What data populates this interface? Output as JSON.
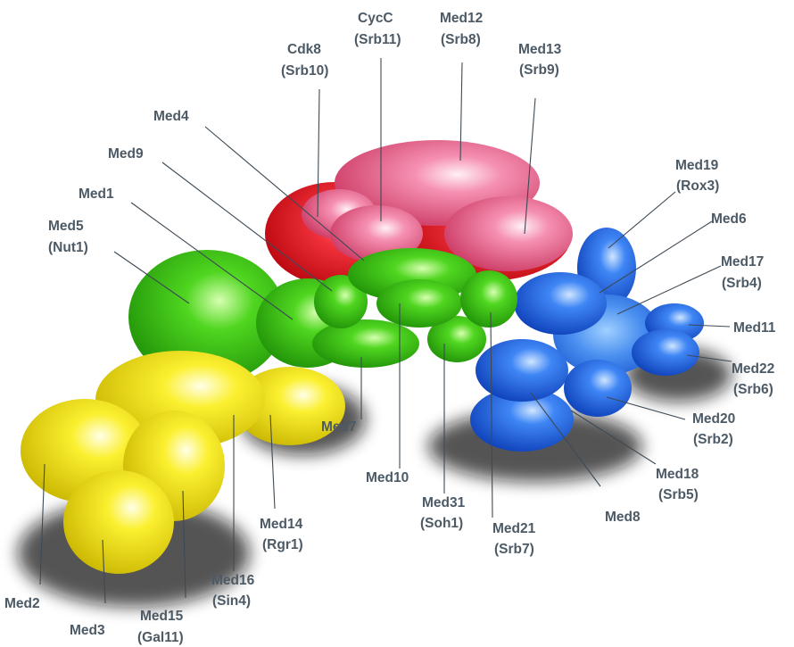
{
  "colors": {
    "head_module": "#e8202a",
    "cdk8_module": "#f07aa0",
    "middle_module": "#36c21a",
    "tail_module": "#f0e020",
    "blue_module": "#1f5fe0",
    "label_text": "#4c5a66",
    "leader_line": "#3d4a55"
  },
  "labels": {
    "med2": {
      "line1": "Med2"
    },
    "med3": {
      "line1": "Med3"
    },
    "med15": {
      "line1": "Med15",
      "line2": "(Gal11)"
    },
    "med16": {
      "line1": "Med16",
      "line2": "(Sin4)"
    },
    "med14": {
      "line1": "Med14",
      "line2": "(Rgr1)"
    },
    "med7": {
      "line1": "Med7"
    },
    "med10": {
      "line1": "Med10"
    },
    "med31": {
      "line1": "Med31",
      "line2": "(Soh1)"
    },
    "med21": {
      "line1": "Med21",
      "line2": "(Srb7)"
    },
    "med8": {
      "line1": "Med8"
    },
    "med18": {
      "line1": "Med18",
      "line2": "(Srb5)"
    },
    "med20": {
      "line1": "Med20",
      "line2": "(Srb2)"
    },
    "med22": {
      "line1": "Med22",
      "line2": "(Srb6)"
    },
    "med11": {
      "line1": "Med11"
    },
    "med17": {
      "line1": "Med17",
      "line2": "(Srb4)"
    },
    "med6": {
      "line1": "Med6"
    },
    "med19": {
      "line1": "Med19",
      "line2": "(Rox3)"
    },
    "med13": {
      "line1": "Med13",
      "line2": "(Srb9)"
    },
    "med12": {
      "line1": "Med12",
      "line2": "(Srb8)"
    },
    "cycc": {
      "line1": "CycC",
      "line2": "(Srb11)"
    },
    "cdk8": {
      "line1": "Cdk8",
      "line2": "(Srb10)"
    },
    "med4": {
      "line1": "Med4"
    },
    "med9": {
      "line1": "Med9"
    },
    "med1": {
      "line1": "Med1"
    },
    "med5": {
      "line1": "Med5",
      "line2": "(Nut1)"
    }
  }
}
